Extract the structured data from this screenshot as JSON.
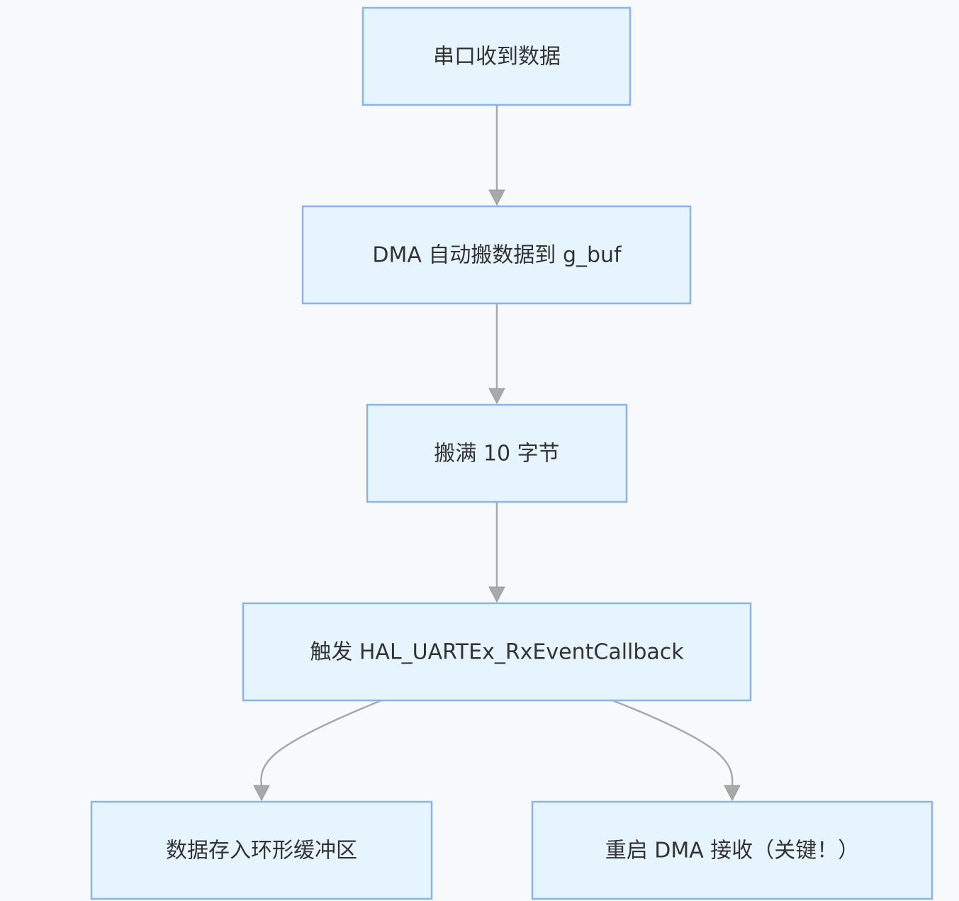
{
  "diagram": {
    "type": "flowchart",
    "direction": "top-down",
    "colors": {
      "background": "#f8f9fb",
      "node_fill": "#e6f4fe",
      "node_stroke": "#8ab4f0",
      "edge": "#a9a9a9",
      "text": "#333333"
    },
    "nodes": [
      {
        "id": "n1",
        "label": "串口收到数据"
      },
      {
        "id": "n2",
        "label": "DMA 自动搬数据到 g_buf"
      },
      {
        "id": "n3",
        "label": "搬满 10 字节"
      },
      {
        "id": "n4",
        "label": "触发 HAL_UARTEx_RxEventCallback"
      },
      {
        "id": "n5",
        "label": "数据存入环形缓冲区"
      },
      {
        "id": "n6",
        "label": "重启 DMA 接收（关键！）"
      }
    ],
    "edges": [
      {
        "from": "n1",
        "to": "n2"
      },
      {
        "from": "n2",
        "to": "n3"
      },
      {
        "from": "n3",
        "to": "n4"
      },
      {
        "from": "n4",
        "to": "n5"
      },
      {
        "from": "n4",
        "to": "n6"
      }
    ]
  }
}
